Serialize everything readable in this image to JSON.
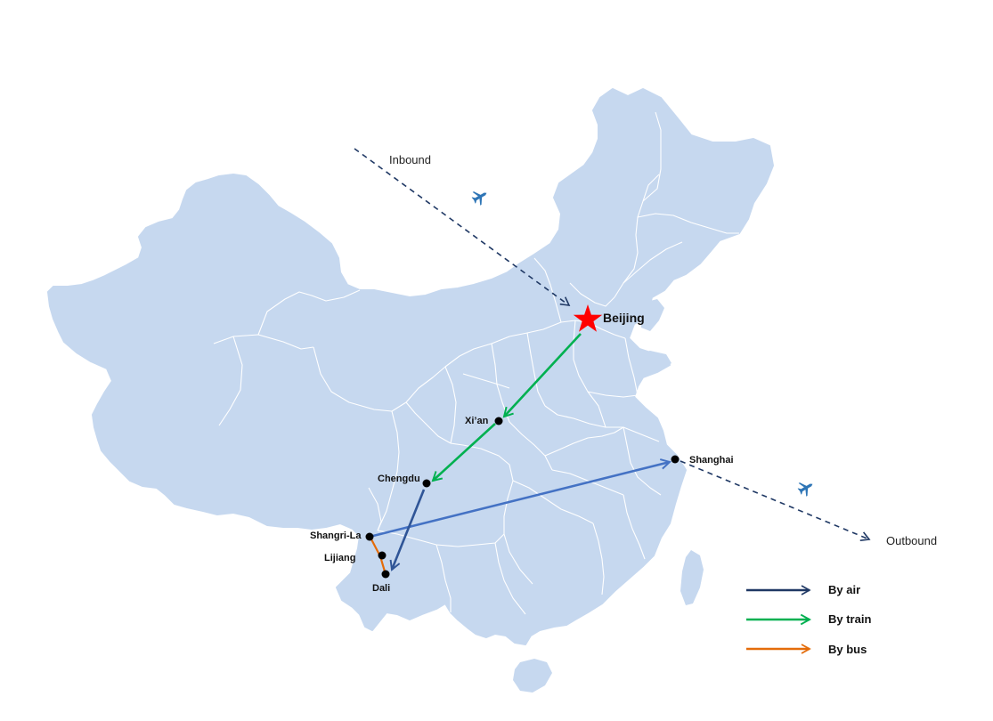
{
  "map": {
    "land_color": "#c6d8ef",
    "border_color": "#ffffff",
    "cities": [
      {
        "id": "beijing",
        "name": "Beijing",
        "capital": true
      },
      {
        "id": "xian",
        "name": "Xi’an"
      },
      {
        "id": "chengdu",
        "name": "Chengdu"
      },
      {
        "id": "shanghai",
        "name": "Shanghai"
      },
      {
        "id": "shangrila",
        "name": "Shangri-La"
      },
      {
        "id": "lijiang",
        "name": "Lijiang"
      },
      {
        "id": "dali",
        "name": "Dali"
      }
    ],
    "flows": {
      "inbound_label": "Inbound",
      "outbound_label": "Outbound"
    },
    "routes": [
      {
        "from": "beijing",
        "to": "xian",
        "mode": "train"
      },
      {
        "from": "xian",
        "to": "chengdu",
        "mode": "train"
      },
      {
        "from": "chengdu",
        "to": "dali",
        "mode": "air"
      },
      {
        "from": "dali",
        "to": "lijiang",
        "mode": "bus"
      },
      {
        "from": "lijiang",
        "to": "shangrila",
        "mode": "bus"
      },
      {
        "from": "shangrila",
        "to": "shanghai",
        "mode": "air"
      }
    ]
  },
  "legend": {
    "air": {
      "label": "By air",
      "color": "#1f3864"
    },
    "train": {
      "label": "By train",
      "color": "#00b050"
    },
    "bus": {
      "label": "By bus",
      "color": "#e46c0a"
    }
  },
  "colors": {
    "air_route": "#4472c4",
    "air_route_dark": "#2f5597",
    "dashed_flow": "#1f3864",
    "plane_icon": "#2e75b6",
    "capital_star": "#ff0000",
    "city_dot": "#000000"
  },
  "icons": [
    "airplane-icon",
    "star-icon"
  ]
}
